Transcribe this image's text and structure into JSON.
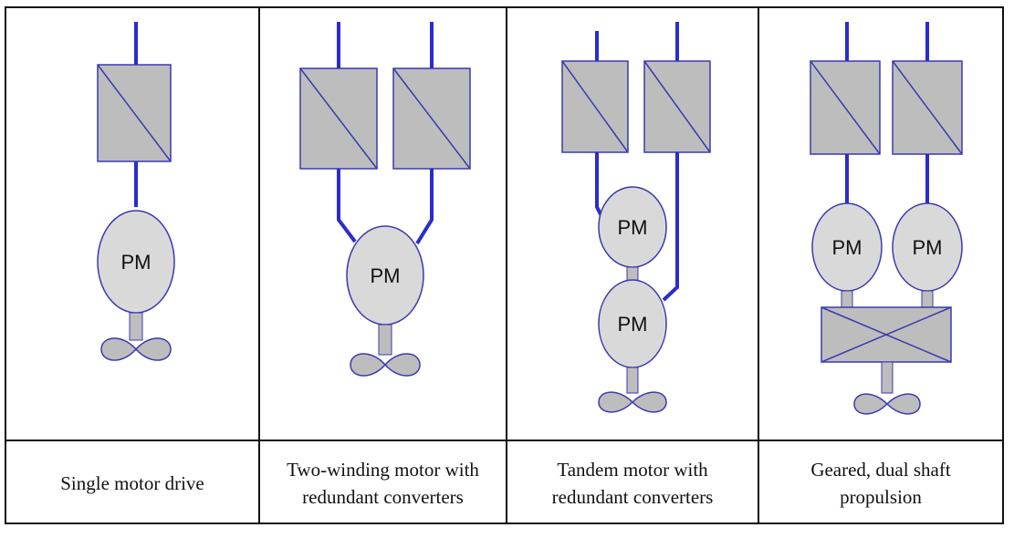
{
  "columns": [
    {
      "id": "single",
      "caption_lines": [
        "Single motor drive"
      ],
      "motor_labels": [
        "PM"
      ]
    },
    {
      "id": "two-winding",
      "caption_lines": [
        "Two-winding motor with",
        "redundant converters"
      ],
      "motor_labels": [
        "PM"
      ]
    },
    {
      "id": "tandem",
      "caption_lines": [
        "Tandem motor with",
        "redundant converters"
      ],
      "motor_labels": [
        "PM",
        "PM"
      ]
    },
    {
      "id": "geared",
      "caption_lines": [
        "Geared, dual shaft",
        "propulsion"
      ],
      "motor_labels": [
        "PM",
        "PM"
      ]
    }
  ],
  "colors": {
    "wire": "#2b2bd0",
    "fill": "#bdbdbd",
    "motor_fill": "#d9d9d9",
    "outline": "#3a3ab0"
  }
}
